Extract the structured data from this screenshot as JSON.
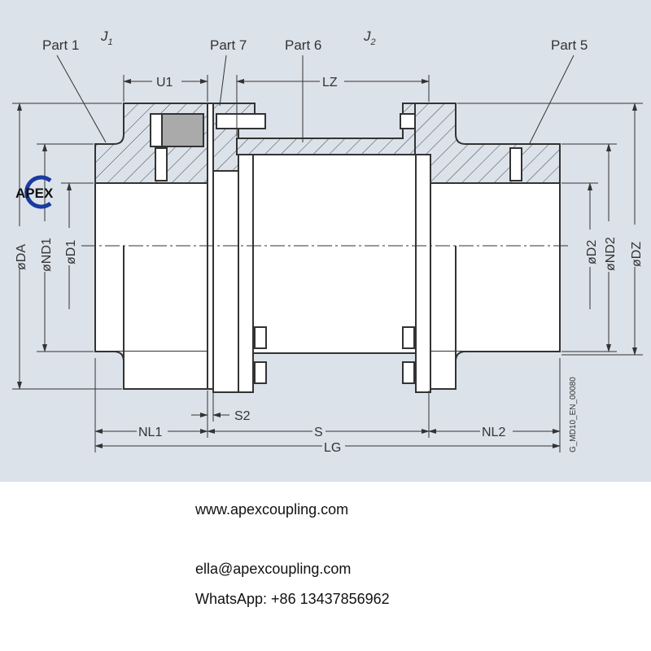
{
  "logo": {
    "text": "APEX",
    "color": "#1a3aa0"
  },
  "labels": {
    "part1": "Part 1",
    "part7": "Part 7",
    "part6": "Part 6",
    "part5": "Part 5",
    "j1": "J",
    "j1_sub": "1",
    "j2": "J",
    "j2_sub": "2"
  },
  "dimensions": {
    "u1": "U1",
    "lz": "LZ",
    "s2": "S2",
    "nl1": "NL1",
    "s": "S",
    "nl2": "NL2",
    "lg": "LG",
    "da": "øDA",
    "nd1": "øND1",
    "d1": "øD1",
    "d2": "øD2",
    "nd2": "øND2",
    "dz": "øDZ"
  },
  "drawing_code": "G_MD10_EN_00080",
  "contact": {
    "website": "www.apexcoupling.com",
    "email": "ella@apexcoupling.com",
    "whatsapp": "WhatsApp: +86 13437856962"
  }
}
